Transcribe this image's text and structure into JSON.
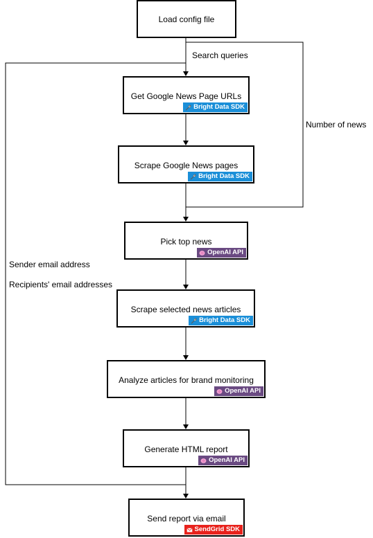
{
  "nodes": {
    "load_config": {
      "label": "Load config file"
    },
    "get_urls": {
      "label": "Get Google News Page URLs",
      "badge": "Bright Data SDK"
    },
    "scrape_pages": {
      "label": "Scrape Google News pages",
      "badge": "Bright Data SDK"
    },
    "pick_top": {
      "label": "Pick top news",
      "badge": "OpenAI API"
    },
    "scrape_articles": {
      "label": "Scrape selected news articles",
      "badge": "Bright Data SDK"
    },
    "analyze": {
      "label": "Analyze articles for brand monitoring",
      "badge": "OpenAI API"
    },
    "generate_report": {
      "label": "Generate HTML report",
      "badge": "OpenAI API"
    },
    "send_report": {
      "label": "Send report via email",
      "badge": "SendGrid SDK"
    }
  },
  "edge_labels": {
    "search_queries": "Search queries",
    "number_of_news": "Number of news",
    "sender_email": "Sender email address",
    "recipients_email": "Recipients' email addresses"
  },
  "colors": {
    "bright_data": "#1b8fd8",
    "openai": "#6a4a82",
    "sendgrid": "#e8221c"
  },
  "icons": {
    "bright_data": "wrench-icon",
    "openai": "openai-brain-icon",
    "sendgrid": "envelope-icon"
  }
}
